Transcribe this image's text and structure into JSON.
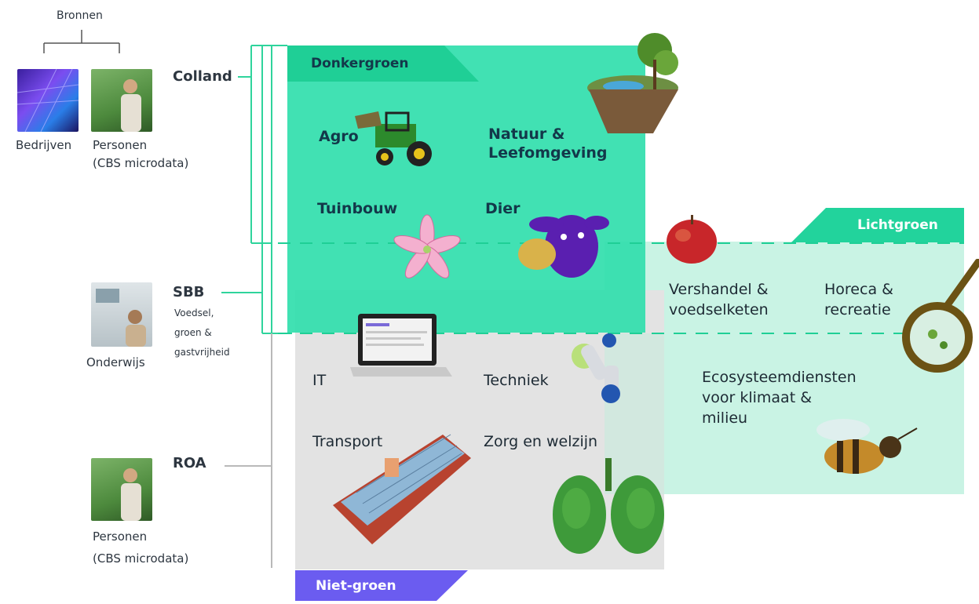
{
  "sources": {
    "heading": "Bronnen",
    "companies_label": "Bedrijven",
    "persons_label_1": "Personen",
    "persons_sub_1": "(CBS microdata)",
    "colland": "Colland",
    "sbb": "SBB",
    "sbb_sub": [
      "Voedsel,",
      "groen &",
      "gastvrijheid"
    ],
    "education_label": "Onderwijs",
    "roa": "ROA",
    "persons_label_2": "Personen",
    "persons_sub_2": "(CBS microdata)"
  },
  "groups": {
    "dark_green": {
      "tab": "Donkergroen",
      "sectors": [
        "Agro",
        "Natuur &",
        "Leefomgeving",
        "Tuinbouw",
        "Dier"
      ]
    },
    "light_green": {
      "tab": "Lichtgroen",
      "sectors": [
        "Vershandel &",
        "voedselketen",
        "Horeca &",
        "recreatie",
        "Ecosysteemdiensten",
        "voor klimaat &",
        "milieu"
      ]
    },
    "non_green": {
      "tab": "Niet-groen",
      "sectors": [
        "IT",
        "Techniek",
        "Transport",
        "Zorg en welzijn"
      ]
    }
  },
  "colors": {
    "dark_green_fill": "#3ee3b4",
    "dark_green_tab": "#1fcf96",
    "light_green_fill": "#c9f3e4",
    "light_green_tab": "#22d39c",
    "non_green_fill": "#e3e3e3",
    "non_green_tab": "#6b5cf0",
    "connector_green": "#2fd49c",
    "connector_grey": "#b9b9b9"
  },
  "icons": [
    "tractor-icon",
    "island-icon",
    "lily-icon",
    "cow-icon",
    "apple-icon",
    "magnifier-icon",
    "laptop-icon",
    "robot-arm-icon",
    "ship-icon",
    "lungs-icon",
    "bee-icon"
  ]
}
